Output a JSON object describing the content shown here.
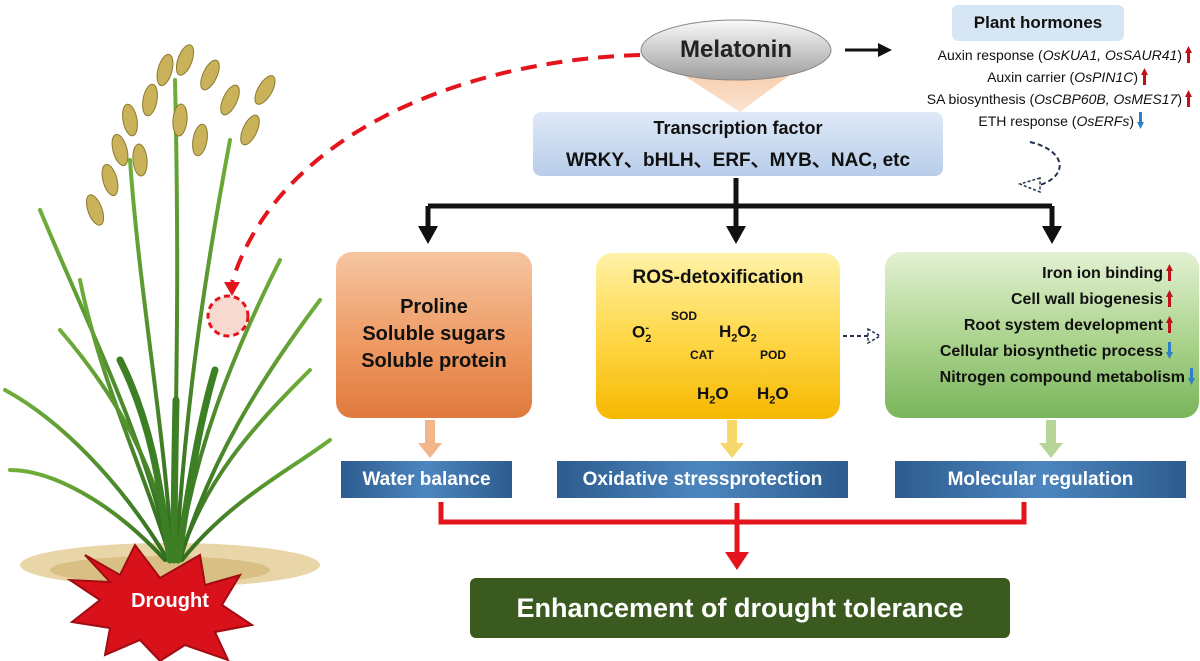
{
  "melatonin": "Melatonin",
  "plant_hormones": {
    "title": "Plant hormones",
    "items": [
      {
        "pre": "Auxin response (",
        "genes": "OsKUA1, OsSAUR41",
        "post": ")",
        "direction": "up"
      },
      {
        "pre": "Auxin carrier (",
        "genes": "OsPIN1C",
        "post": ")",
        "direction": "up"
      },
      {
        "pre": "SA biosynthesis (",
        "genes": "OsCBP60B, OsMES17",
        "post": ")",
        "direction": "up"
      },
      {
        "pre": "ETH response (",
        "genes": "OsERFs",
        "post": ")",
        "direction": "down"
      }
    ]
  },
  "transcription_factor": {
    "title": "Transcription factor",
    "list": "WRKY、bHLH、ERF、MYB、NAC, etc"
  },
  "osmolytes": {
    "lines": [
      "Proline",
      "Soluble sugars",
      "Soluble protein"
    ]
  },
  "ros": {
    "title": "ROS-detoxification",
    "o2": "O",
    "o2_sub": "2",
    "o2_sup": "-",
    "sod": "SOD",
    "h2o2_a": "H",
    "h2o2_b": "2",
    "h2o2_c": "O",
    "h2o2_d": "2",
    "cat": "CAT",
    "pod": "POD",
    "h2o_a": "H",
    "h2o_b": "2",
    "h2o_c": "O"
  },
  "molecular": {
    "items": [
      {
        "label": "Iron ion binding",
        "direction": "up"
      },
      {
        "label": "Cell wall  biogenesis",
        "direction": "up"
      },
      {
        "label": "Root system development",
        "direction": "up"
      },
      {
        "label": "Cellular biosynthetic process",
        "direction": "down"
      },
      {
        "label": "Nitrogen compound metabolism",
        "direction": "down"
      }
    ]
  },
  "outcomes": {
    "water": "Water balance",
    "oxidative": "Oxidative stressprotection",
    "molecular": "Molecular regulation"
  },
  "final": "Enhancement of drought tolerance",
  "drought": "Drought",
  "colors": {
    "up_arrow": "#c0111b",
    "down_arrow": "#2f7fc8",
    "red_flow": "#e3141c",
    "final_bg": "#3b5a1f"
  }
}
